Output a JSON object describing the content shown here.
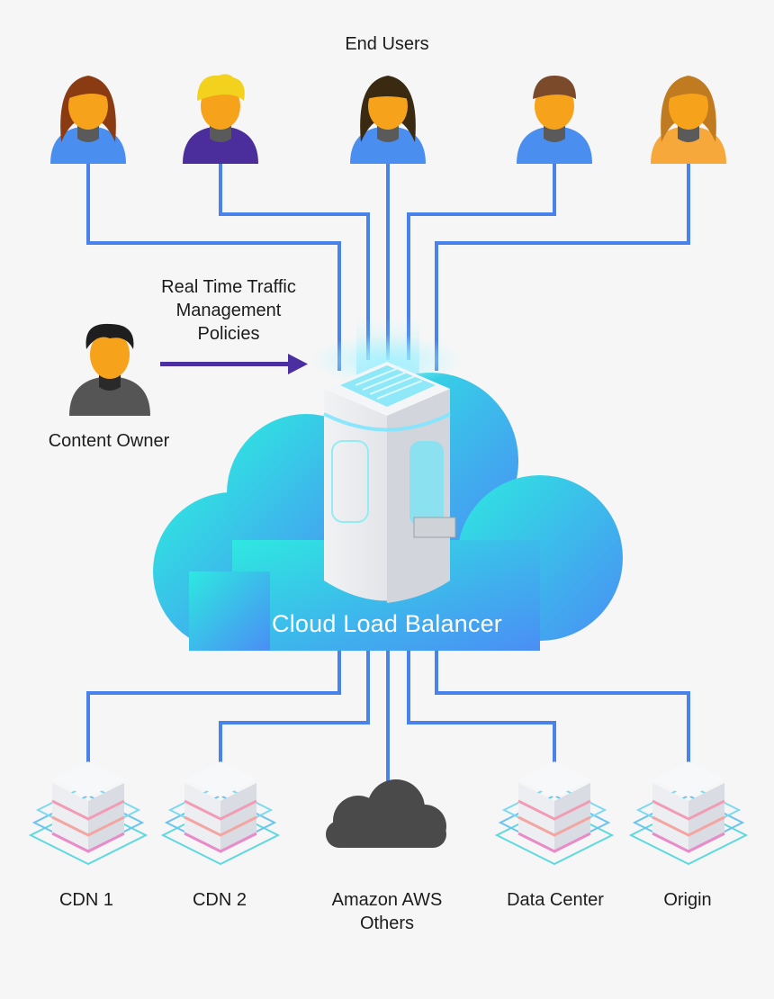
{
  "title": "End Users",
  "content_owner": {
    "label": "Content Owner",
    "policy_lines": [
      "Real Time Traffic",
      "Management",
      "Policies"
    ]
  },
  "center_label": "Cloud Load Balancer",
  "end_users": [
    {
      "hair": "#8a3b12",
      "shirt": "#4a8ff0"
    },
    {
      "hair": "#f2d21c",
      "shirt": "#4b2e9c"
    },
    {
      "hair": "#3a2a12",
      "shirt": "#4a8ff0"
    },
    {
      "hair": "#7a4a2a",
      "shirt": "#4a8ff0"
    },
    {
      "hair": "#c07a20",
      "shirt": "#f6a83a"
    }
  ],
  "destinations": [
    {
      "lines": [
        "CDN 1"
      ],
      "icon": "server-stack-icon"
    },
    {
      "lines": [
        "CDN 2"
      ],
      "icon": "server-stack-icon"
    },
    {
      "lines": [
        "Amazon AWS",
        "Others"
      ],
      "icon": "cloud-icon"
    },
    {
      "lines": [
        "Data Center"
      ],
      "icon": "server-stack-icon"
    },
    {
      "lines": [
        "Origin"
      ],
      "icon": "server-stack-icon"
    }
  ],
  "colors": {
    "connector": "#4a82ec",
    "policy_arrow": "#4b2ea0",
    "cloud_start": "#2ee6e0",
    "cloud_end": "#4a8ef5",
    "aws_cloud": "#4a4a4a",
    "skin": "#f7a21b"
  }
}
